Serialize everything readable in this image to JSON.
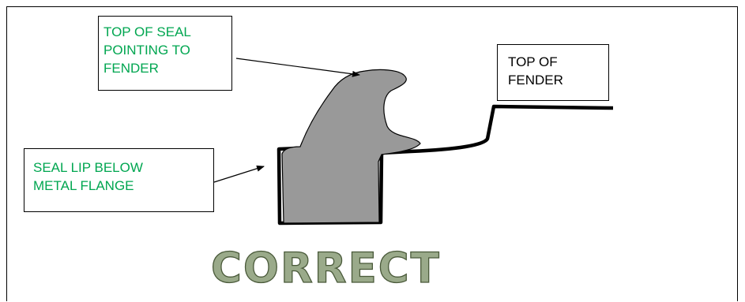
{
  "labels": {
    "top_of_seal": [
      "TOP OF SEAL",
      "POINTING TO",
      "FENDER"
    ],
    "top_of_fender": [
      "TOP OF",
      "FENDER"
    ],
    "seal_lip": [
      "SEAL LIP BELOW",
      "METAL FLANGE"
    ]
  },
  "caption": "CORRECT",
  "colors": {
    "label_green": "#00a650",
    "seal_fill": "#999999",
    "caption_fill": "#9aaa8a",
    "caption_stroke": "#4a5a3a"
  }
}
